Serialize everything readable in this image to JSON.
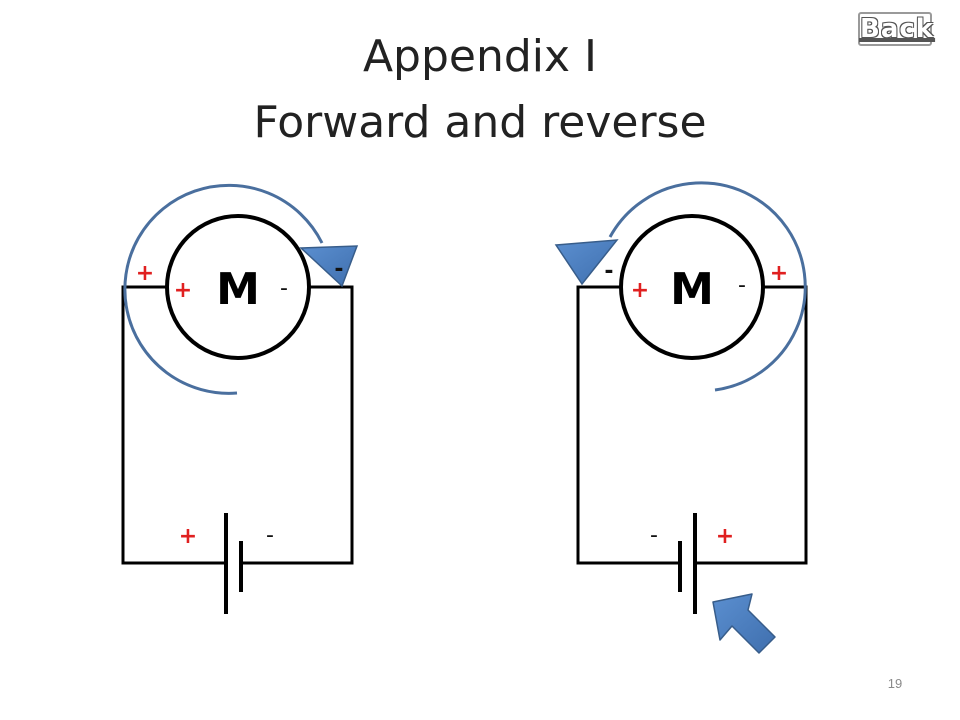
{
  "slide": {
    "title_line1": "Appendix I",
    "title_line2": "Forward and reverse",
    "back_label": "Back",
    "page_number": "19"
  },
  "diagram": {
    "left_circuit": {
      "motor_label": "M",
      "outer_left_sign": "+",
      "inner_left_sign": "+",
      "inner_right_sign": "-",
      "arrow_sign": "-",
      "battery_left_sign": "+",
      "battery_right_sign": "-"
    },
    "right_circuit": {
      "motor_label": "M",
      "outer_left_sign": "-",
      "inner_left_sign": "+",
      "inner_right_sign": "-",
      "outer_right_sign": "+",
      "battery_left_sign": "-",
      "battery_right_sign": "+"
    },
    "colors": {
      "arrow_fill": "#4f81bd",
      "arrow_stroke": "#385d8a",
      "positive_sign": "#e02020",
      "wire": "#000000"
    }
  }
}
